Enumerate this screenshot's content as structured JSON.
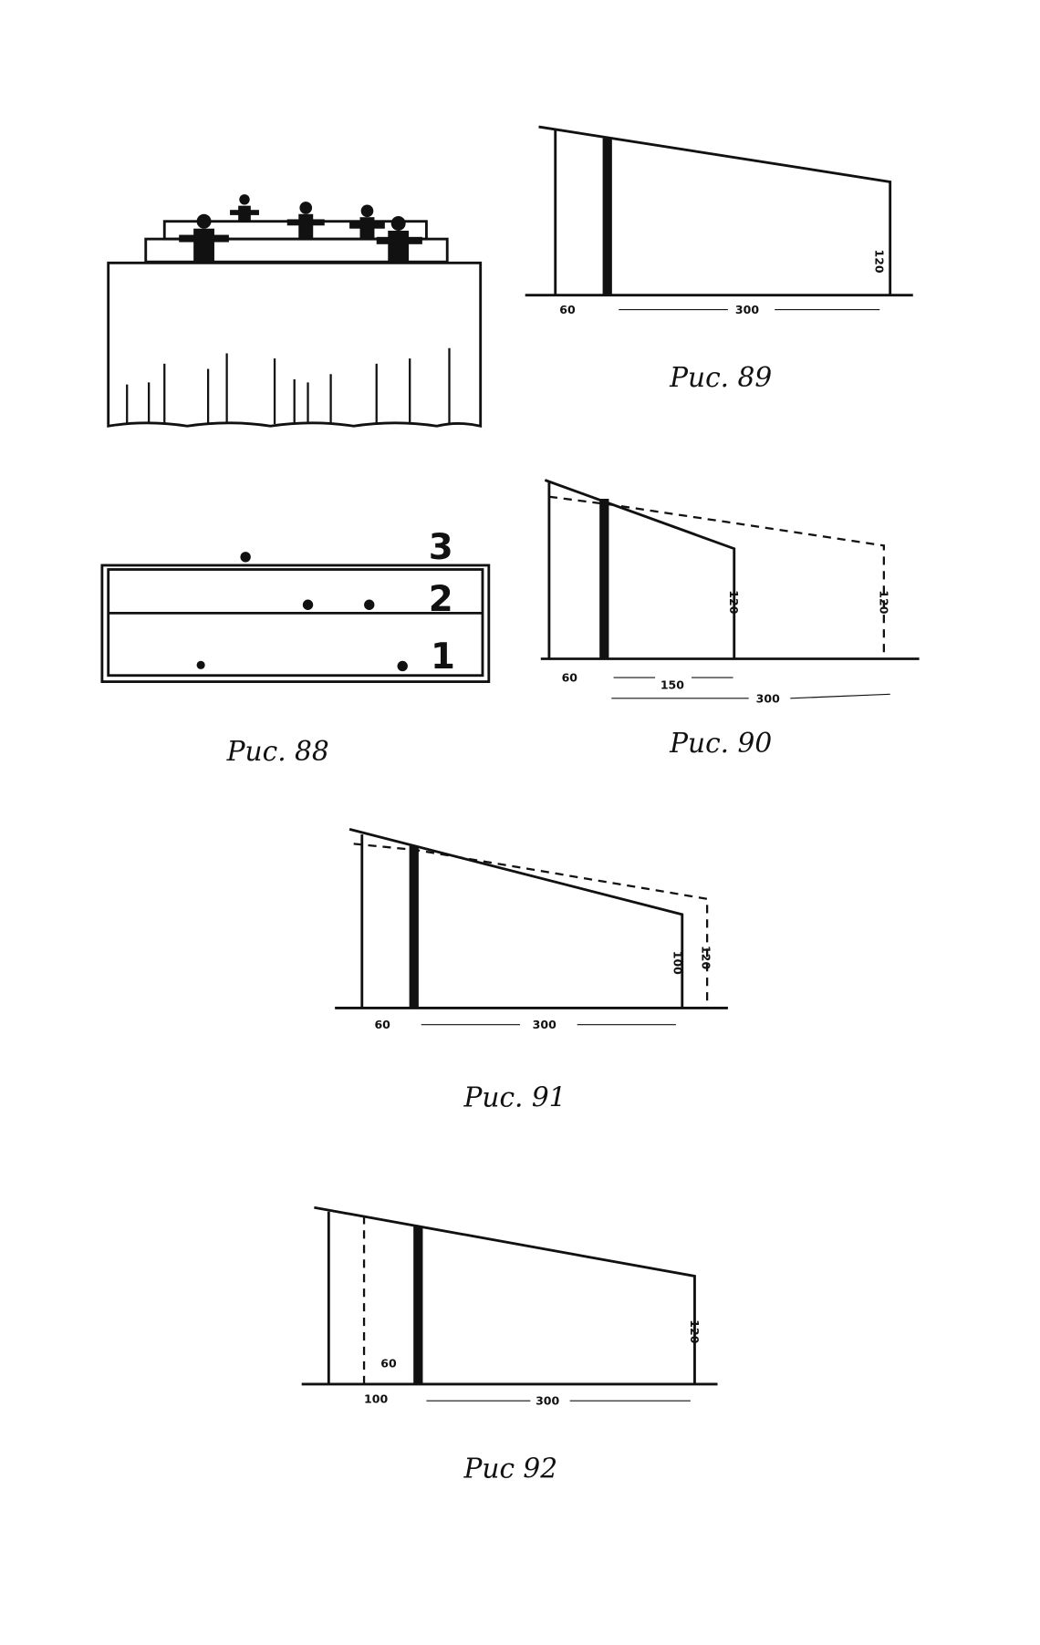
{
  "figures": {
    "fig88": {
      "caption": "Рис. 88",
      "levels": [
        "1",
        "2",
        "3"
      ]
    },
    "fig89": {
      "caption": "Рис. 89",
      "dims": {
        "left": "60",
        "span": "300",
        "height": "120"
      }
    },
    "fig90": {
      "caption": "Рис. 90",
      "dims": {
        "left": "60",
        "short_span": "150",
        "span": "300",
        "height_short": "120",
        "height_long": "120"
      }
    },
    "fig91": {
      "caption": "Рис. 91",
      "dims": {
        "left": "60",
        "span": "300",
        "height_low": "100",
        "height_high": "120"
      }
    },
    "fig92": {
      "caption": "Рис 92",
      "dims": {
        "left": "100",
        "inner": "60",
        "span": "300",
        "height": "120"
      }
    }
  }
}
